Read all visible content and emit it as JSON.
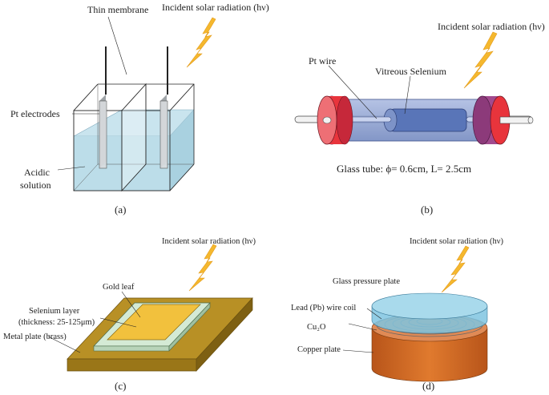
{
  "panel_a": {
    "membrane_label": "Thin membrane",
    "radiation_label": "Incident solar radiation (hν)",
    "electrodes_label": "Pt electrodes",
    "solution_label_1": "Acidic",
    "solution_label_2": "solution",
    "caption": "(a)"
  },
  "panel_b": {
    "radiation_label": "Incident solar radiation (hν)",
    "wire_label": "Pt wire",
    "selenium_label": "Vitreous Selenium",
    "tube_label": "Glass tube: ϕ= 0.6cm, L= 2.5cm",
    "caption": "(b)"
  },
  "panel_c": {
    "radiation_label": "Incident solar radiation (hν)",
    "gold_label": "Gold leaf",
    "selenium_label_1": "Selenium layer",
    "selenium_label_2": "(thickness: 25-125μm)",
    "metal_label": "Metal plate (brass)",
    "caption": "(c)"
  },
  "panel_d": {
    "radiation_label": "Incident solar radiation (hν)",
    "glass_label": "Glass pressure plate",
    "lead_label": "Lead (Pb) wire coil",
    "cu2o_label": "Cu₂O",
    "copper_label": "Copper plate",
    "caption": "(d)"
  },
  "colors": {
    "solution": "#bcdde9",
    "arrow": "#f5b82e",
    "tube": "#7d93c8",
    "cap_red": "#e8343c",
    "cap_purple": "#a24a8e",
    "gold": "#f2c13d",
    "brass": "#b89025",
    "selenium_layer": "#d4ead5",
    "glass_plate": "#7fc4e0",
    "copper": "#d2691e"
  },
  "icons": [
    "lightning-arrow-icon"
  ]
}
